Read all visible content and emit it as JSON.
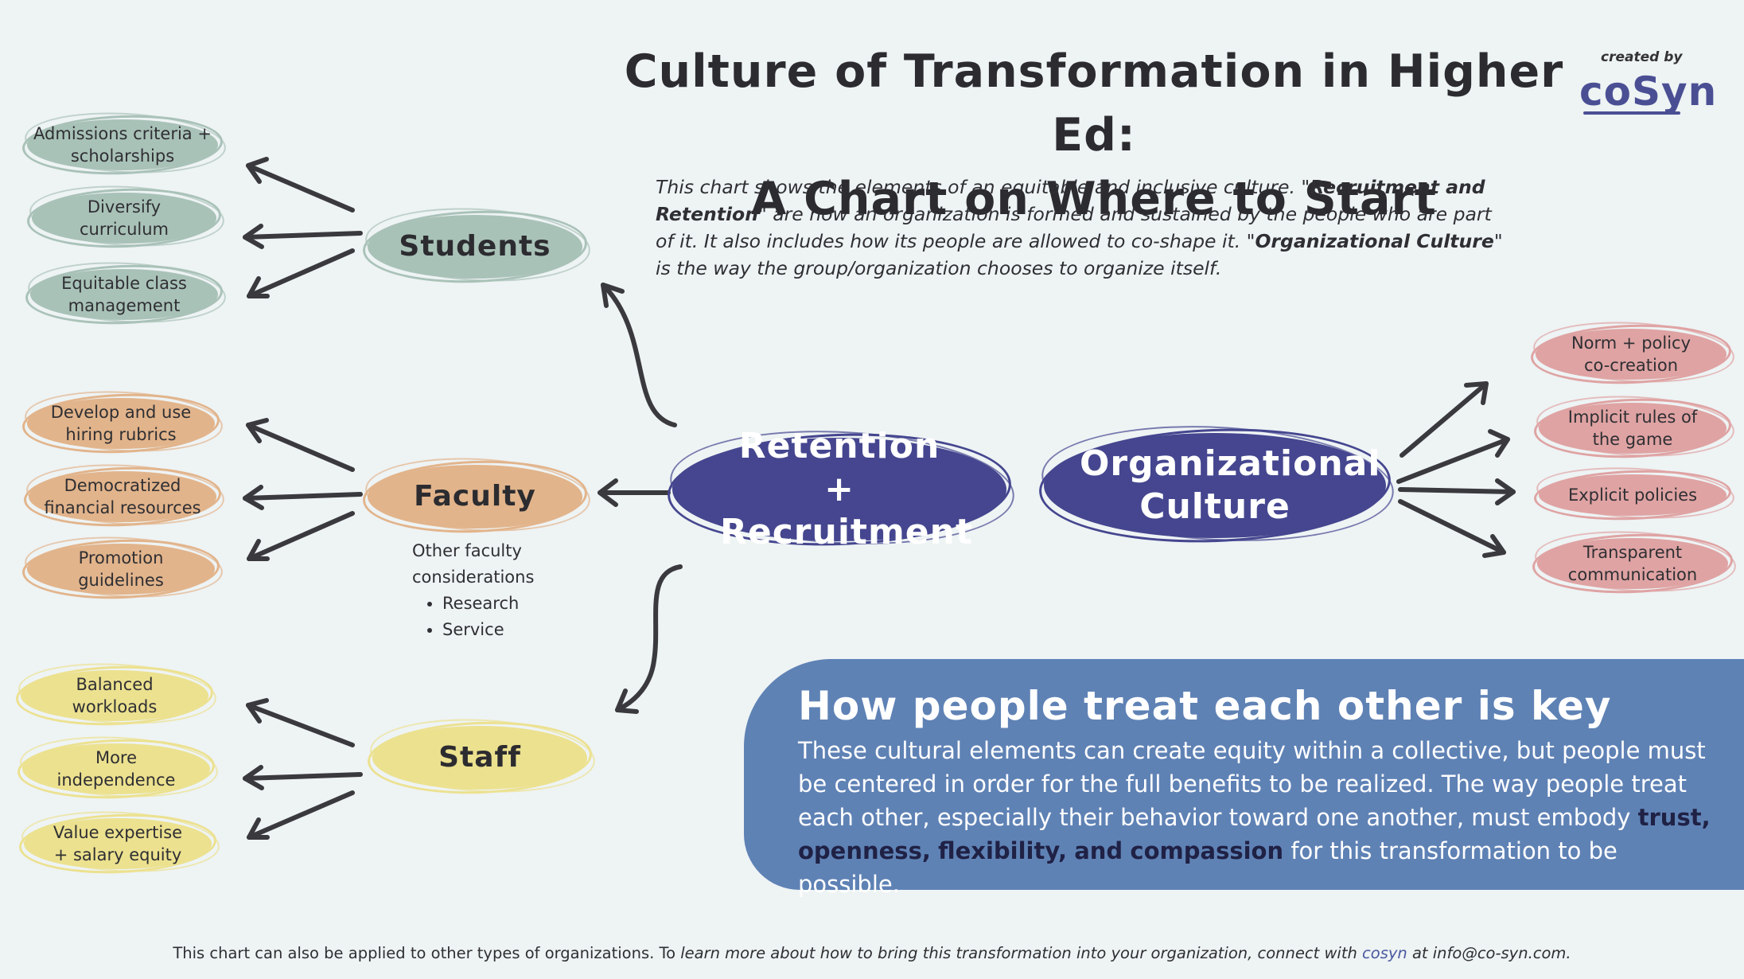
{
  "title": {
    "line1": "Culture of Transformation in Higher Ed:",
    "line2": "A Chart on Where to Start"
  },
  "credit": {
    "created_by": "created by",
    "logo": "coSyn"
  },
  "intro": {
    "p1": "This chart shows the elements of an equitable and inclusive culture. \"",
    "term1": "Recruitment and Retention",
    "p2": "\" are how an organization is formed and sustained by the people who are part of it. It also includes how its people are allowed to co-shape it. \"",
    "term2": "Organizational Culture",
    "p3": "\" is the way the group/organization chooses to organize itself."
  },
  "center": {
    "retention": "Retention + Recruitment",
    "culture": "Organizational Culture"
  },
  "groups": {
    "students": {
      "label": "Students",
      "items": [
        "Admissions criteria + scholarships",
        "Diversify curriculum",
        "Equitable class management"
      ]
    },
    "faculty": {
      "label": "Faculty",
      "items": [
        "Develop and use hiring rubrics",
        "Democratized financial resources",
        "Promotion guidelines"
      ],
      "other_title": "Other faculty considerations",
      "other_items": [
        "Research",
        "Service"
      ]
    },
    "staff": {
      "label": "Staff",
      "items": [
        "Balanced workloads",
        "More independence",
        "Value expertise + salary equity"
      ]
    },
    "culture": {
      "items": [
        "Norm + policy co-creation",
        "Implicit rules of the game",
        "Explicit policies",
        "Transparent communication"
      ]
    }
  },
  "key": {
    "title": "How people treat each other is key",
    "body_start": "These cultural elements can create equity within a collective, but people must be centered in order for the full benefits to be realized. The way people treat each other, especially their behavior toward one another, must embody ",
    "trust": "trust,",
    "openness": "openness,",
    "flexibility": "flexibility,",
    "and": "and",
    "compassion": "compassion",
    "body_end": " for this transformation to be possible."
  },
  "footer": {
    "part1": "This chart can also be applied to other types of organizations. To ",
    "part2": "learn more about how to bring this transformation into your organization, connect with ",
    "brand": "cosyn",
    "part3": " at info@co-syn.com."
  },
  "colors": {
    "background": "#eef3f4",
    "students": "#a9c2b8",
    "faculty": "#e2b48b",
    "staff": "#ece18f",
    "culture_items": "#dfa3a3",
    "center": "#45468f",
    "key_box": "#5f82b5"
  }
}
